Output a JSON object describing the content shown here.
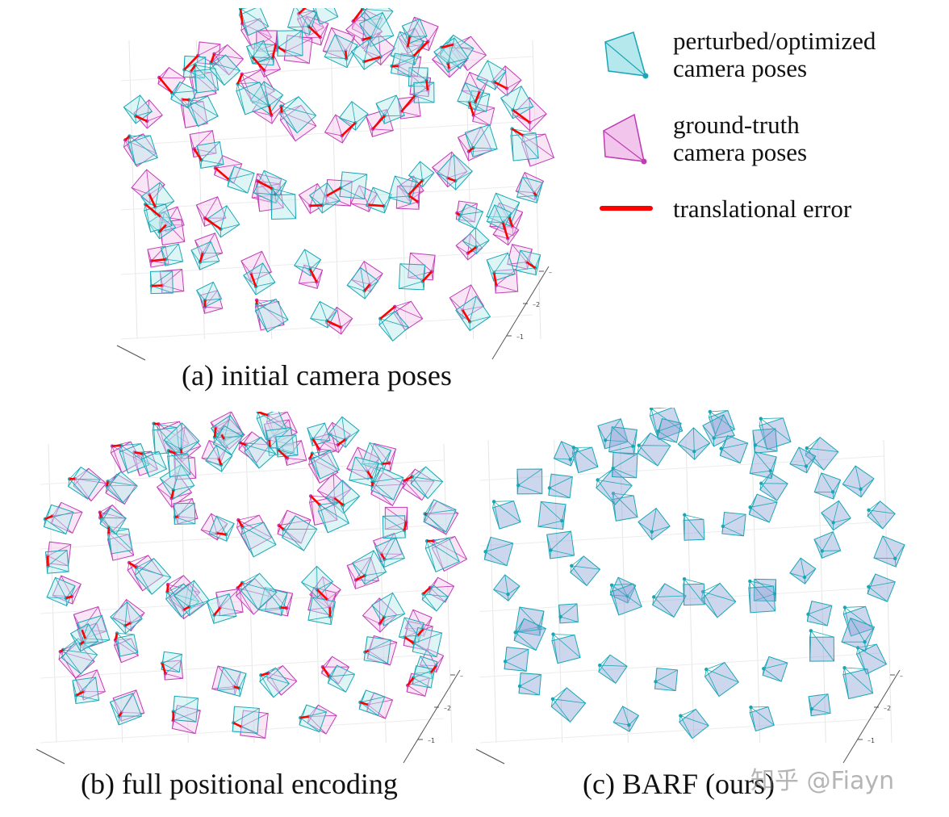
{
  "legend": {
    "perturbed_line1": "perturbed/optimized",
    "perturbed_line2": "camera poses",
    "gt_line1": "ground-truth",
    "gt_line2": "camera poses",
    "error_label": "translational error"
  },
  "panels": {
    "a": {
      "caption": "(a) initial camera poses"
    },
    "b": {
      "caption": "(b) full positional encoding"
    },
    "c": {
      "caption": "(c) BARF (ours)"
    }
  },
  "axis_ticks": [
    "–",
    "–2",
    "–1"
  ],
  "colors": {
    "perturbed": "#1aa7b5",
    "ground_truth": "#c03cb4",
    "error": "#ff0000",
    "aligned_fill": "#8fa3d8"
  },
  "watermark": "知乎 @Fiayn"
}
